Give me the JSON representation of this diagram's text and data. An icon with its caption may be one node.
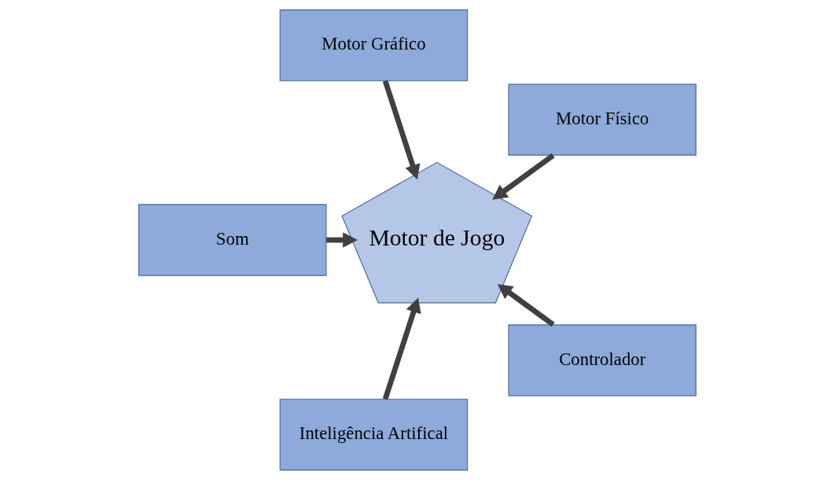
{
  "diagram": {
    "nodes": [
      {
        "text": [
          "Motor Físico"
        ]
      },
      {
        "text": [
          "Motor Gráfico"
        ]
      },
      {
        "text": [
          "Som"
        ]
      },
      {
        "text": [
          "Motor de Jogo"
        ]
      },
      {
        "text": [
          "Inteligência Artifical"
        ]
      },
      {
        "text": [
          "Controlador"
        ]
      }
    ],
    "edges": [
      {
        "from": 0,
        "to": 3,
        "arrow": "to"
      },
      {
        "from": 1,
        "to": 3,
        "arrow": "to"
      },
      {
        "from": 2,
        "to": 3,
        "arrow": "to"
      },
      {
        "from": 4,
        "to": 3,
        "arrow": "to"
      },
      {
        "from": 5,
        "to": 3,
        "arrow": "to"
      }
    ]
  }
}
